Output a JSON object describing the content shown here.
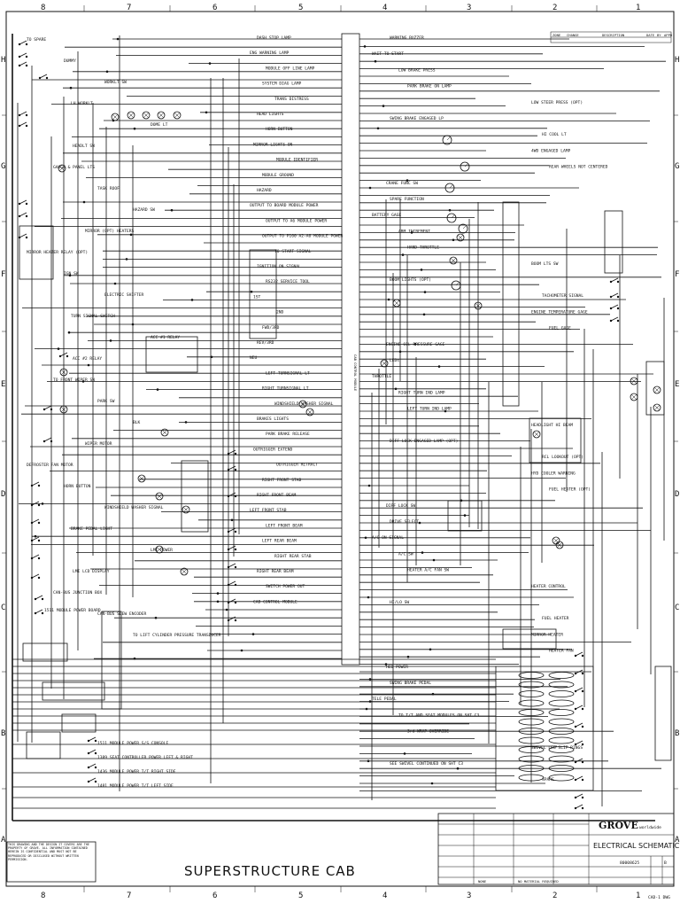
{
  "zones": {
    "cols": [
      "8",
      "7",
      "6",
      "5",
      "4",
      "3",
      "2",
      "1"
    ],
    "rows": [
      "H",
      "G",
      "F",
      "E",
      "D",
      "C",
      "B",
      "A"
    ]
  },
  "revision_block": {
    "columns": [
      "ZONE",
      "CHANGE",
      "DESCRIPTION",
      "DATE",
      "BY",
      "APPD"
    ]
  },
  "top_left": [
    "TO SPARE",
    "DUMMY",
    "WORKLT SW",
    "LH WORKLT",
    "DOME LT",
    "HEADLT SW",
    "GAUGE & PANEL LTS",
    "TASK ROOF",
    "HAZARD SW",
    "MIRROR (OPT) HEATERS",
    "MIRROR HEATER RELAY (OPT)",
    "IGN SW",
    "ELECTRIC SHIFTER",
    "TURN SIGNAL SWITCH",
    "ACC #1 RELAY",
    "ACC #2 RELAY",
    "TO FRONT WIPER SW",
    "PARK SW",
    "BLK",
    "WIPER MOTOR",
    "DEFROSTER FAN MOTOR",
    "HORN BUTTON",
    "WINDSHIELD WASHER SIGNAL",
    "BRAKE PEDAL LIGHT",
    "LMI POWER",
    "LMI LCD DISPLAY",
    "CAN-BUS JUNCTION BOX",
    "CAN-BUS SLEW ENCODER",
    "TO LIFT CYLINDER PRESSURE TRANSDUCER"
  ],
  "top_mid": [
    "DASH STOP LAMP",
    "ENG WARNING LAMP",
    "MODULE OFF LINE LAMP",
    "SYSTEM DIAG LAMP",
    "TRANS DISTRESS",
    "HEAD LIGHTS",
    "HORN BUTTON",
    "MIRROR LIGHTS ON",
    "MODULE IDENTIFIER",
    "MODULE GROUND",
    "HAZARD",
    "OUTPUT TO BOARD MODULE POWER",
    "OUTPUT TO A6 MODULE POWER",
    "OUTPUT TO P160 A2-A6 MODULE POWER",
    "TO START SIGNAL",
    "IGNITION ON SIGNAL",
    "RS232 SERVICE TOOL",
    "1ST",
    "2ND",
    "FWD/3RD",
    "REV/3RD",
    "NEU",
    "LEFT TURNSIGNAL LT",
    "RIGHT TURNSIGNAL LT",
    "WINDSHIELD WASHER SIGNAL",
    "BRAKES LIGHTS",
    "PARK BRAKE RELEASE",
    "OUTRIGGER EXTEND",
    "OUTRIGGER RETRACT",
    "RIGHT FRONT STAB",
    "RIGHT FRONT BEAM",
    "LEFT FRONT STAB",
    "LEFT FRONT BEAM",
    "LEFT REAR BEAM",
    "RIGHT REAR STAB",
    "RIGHT REAR BEAM",
    "SWITCH POWER OUT",
    "CAB CONTROL MODULE"
  ],
  "top_right": [
    "WARNING BUZZER",
    "WAIT TO START",
    "LOW BRAKE PRESS",
    "PARK BRAKE ON LAMP",
    "LOW STEER PRESS (OPT)",
    "SWING BRAKE ENGAGED LP",
    "HI COOL LT",
    "4WD ENGAGED LAMP",
    "REAR WHEELS NOT CENTERED",
    "CRANE FUNC SW",
    "SPARE FUNCTION",
    "BATTERY GAGE",
    "ARM INCREMENT",
    "HAND THROTTLE",
    "BOOM LTS SW",
    "BOOM LIGHTS (OPT)",
    "TACHOMETER SIGNAL",
    "ENGINE TEMPERATURE GAGE",
    "FUEL GAGE",
    "ENGINE OIL PRESSURE GAGE",
    "LEDs",
    "THROTTLE",
    "RIGHT TURN IND LAMP",
    "LEFT TURN IND LAMP",
    "HEADLIGHT HI BEAM",
    "DIFF LOCK ENGAGED LAMP (OPT)",
    "RCL LOOKOUT (OPT)",
    "HYD COOLER WARNING",
    "FUEL HEATER (OPT)",
    "DIFF LOCK SW",
    "DRIVE SELECT",
    "A/C ON SIGNAL",
    "A/C SW",
    "HEATER A/C FAN SW",
    "HEATER CONTROL",
    "HI/LO SW",
    "FUEL HEATER",
    "MIRROR HEATER",
    "HEATER FAN",
    "HED POWER",
    "SWING BRAKE PEDAL",
    "TELE PEDAL",
    "TO T/T AND SEAT MODULES ON SHT C3",
    "3rd WRAP OVERRIDE",
    "SWIVEL LEG SLIP RINGS",
    "SEE SWIVEL CONTINUED ON SHT C3",
    "SPARE"
  ],
  "bottom": [
    "1511 MODULE POWER S/S CONSOLE",
    "1389 SEAT CONTROLLER POWER LEFT & RIGHT",
    "1436 MODULE POWER T/T RIGHT SIDE",
    "1481 MODULE POWER T/T LEFT SIDE",
    "1511 MODULE POWER BOARD"
  ],
  "notes": "THIS DRAWING AND THE DESIGN IT COVERS ARE THE PROPERTY OF GROVE. ALL INFORMATION CONTAINED HEREIN IS CONFIDENTIAL AND MUST NOT BE REPRODUCED OR DISCLOSED WITHOUT WRITTEN PERMISSION.",
  "title": "SUPERSTRUCTURE CAB",
  "title_block": {
    "company": "GROVE",
    "company_sub": "worldwide",
    "drawing_title": "ELECTRICAL SCHEMATIC",
    "dwg_no": "80008625",
    "sheet": "CAD-1 DWG",
    "size": "B",
    "scale": "NONE",
    "material": "NO MATERIAL REQUIRED"
  }
}
